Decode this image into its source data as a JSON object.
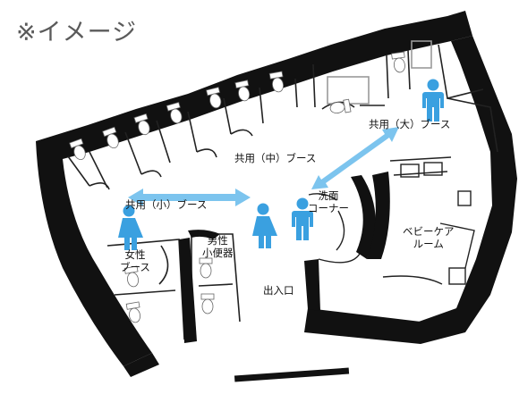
{
  "caption": "※イメージ",
  "labels": {
    "booth_medium": "共用（中）ブース",
    "booth_large": "共用（大）ブース",
    "booth_small": "共用（小）ブース",
    "women_booth_line1": "女性",
    "women_booth_line2": "ブース",
    "men_urinal_line1": "男性",
    "men_urinal_line2": "小便器",
    "washbasin_line1": "洗面",
    "washbasin_line2": "コーナー",
    "baby_care_line1": "ベビーケア",
    "baby_care_line2": "ルーム",
    "entrance": "出入口"
  },
  "colors": {
    "person": "#3aa0e0",
    "arrow": "#7cc4ee",
    "wall": "#111111",
    "fixture_line": "#666666"
  },
  "icons": [
    "person-icon",
    "double-arrow-icon"
  ]
}
